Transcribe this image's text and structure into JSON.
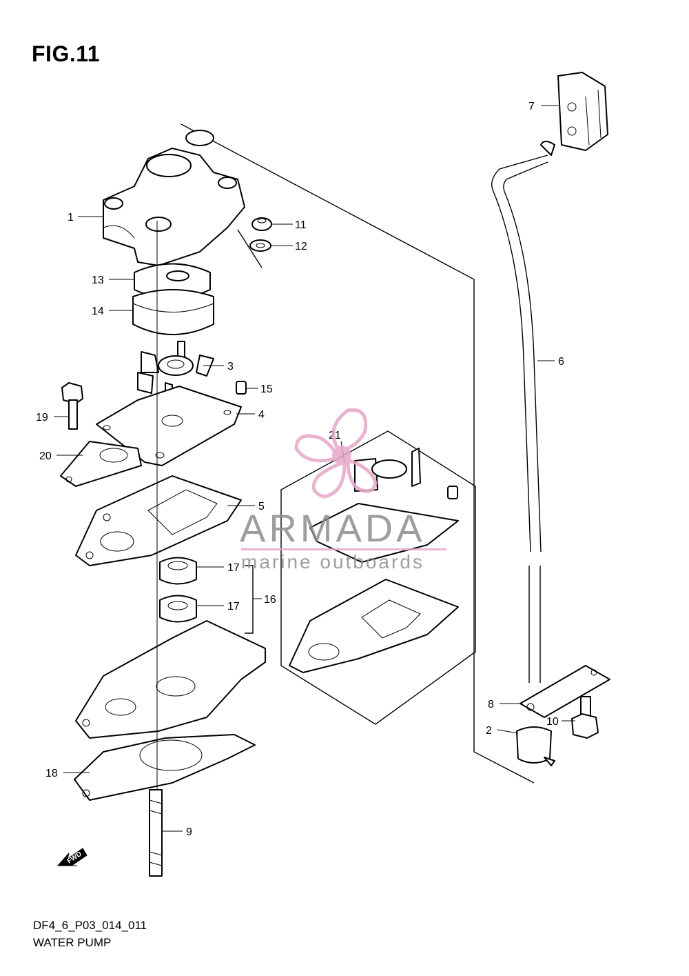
{
  "figure": {
    "title": "FIG.11",
    "code": "DF4_6_P03_014_011",
    "caption": "WATER PUMP"
  },
  "callouts": [
    "1",
    "2",
    "3",
    "4",
    "5",
    "6",
    "7",
    "8",
    "9",
    "10",
    "11",
    "12",
    "13",
    "14",
    "15",
    "16",
    "17",
    "17",
    "18",
    "19",
    "20",
    "21"
  ],
  "fwd_label": "FWD",
  "watermark": {
    "brand": "ARMADA",
    "tagline": "marine outboards",
    "logo_icon": "propeller-icon",
    "accent_color": "#e7a6c8",
    "text_color": "#8e8e8e"
  }
}
